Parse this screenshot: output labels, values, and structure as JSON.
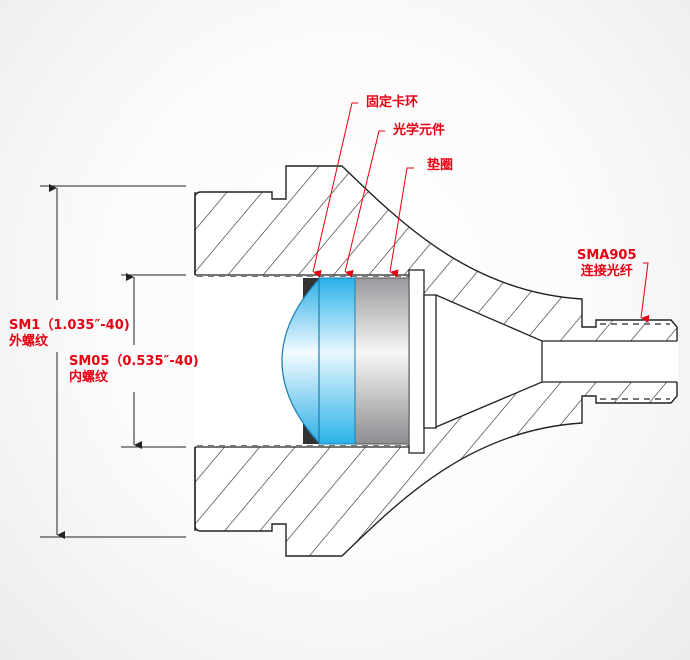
{
  "title": "SM05 光学元件安装座 剖面图",
  "labels": {
    "retaining_ring": "固定卡环",
    "optical_element": "光学元件",
    "gasket": "垫圈",
    "fiber_connector_line1": "SMA905",
    "fiber_connector_line2": "连接光纤",
    "outer_thread_line1": "SM1（1.035″-40)",
    "outer_thread_line2": "外螺纹",
    "inner_thread_line1": "SM05（0.535″-40)",
    "inner_thread_line2": "内螺纹"
  },
  "colors": {
    "annotation": "#e60012",
    "outline": "#222222",
    "lens": "#3fb8e8",
    "spacer": "#a0a0a4",
    "retainer": "#333333"
  }
}
